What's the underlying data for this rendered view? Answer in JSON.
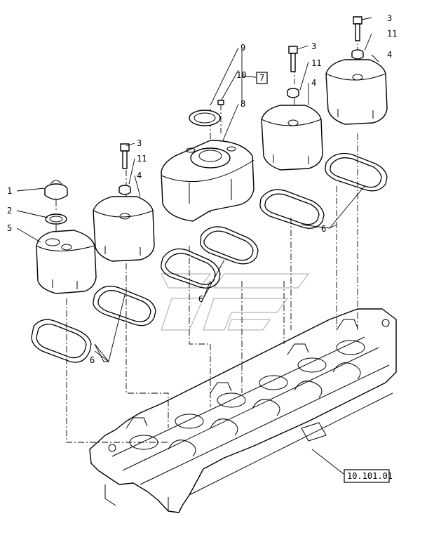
{
  "callouts": [
    {
      "id": "c1",
      "label": "1"
    },
    {
      "id": "c2",
      "label": "2"
    },
    {
      "id": "c3a",
      "label": "3"
    },
    {
      "id": "c3b",
      "label": "3"
    },
    {
      "id": "c3c",
      "label": "3"
    },
    {
      "id": "c4a",
      "label": "4"
    },
    {
      "id": "c4b",
      "label": "4"
    },
    {
      "id": "c4c",
      "label": "4"
    },
    {
      "id": "c5",
      "label": "5"
    },
    {
      "id": "c6a",
      "label": "6"
    },
    {
      "id": "c6b",
      "label": "6"
    },
    {
      "id": "c6c",
      "label": "6"
    },
    {
      "id": "c8",
      "label": "8"
    },
    {
      "id": "c9",
      "label": "9"
    },
    {
      "id": "c10",
      "label": "10"
    },
    {
      "id": "c11a",
      "label": "11"
    },
    {
      "id": "c11b",
      "label": "11"
    },
    {
      "id": "c11c",
      "label": "11"
    }
  ],
  "group_box_label": "7",
  "reference_box_label": "10.101.01"
}
